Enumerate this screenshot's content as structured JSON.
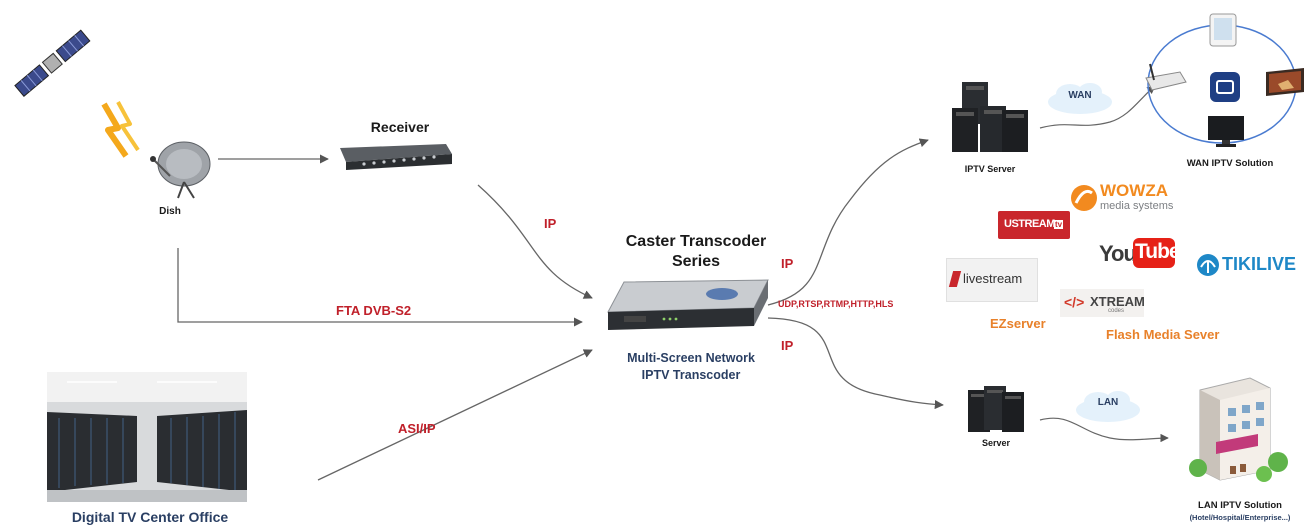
{
  "diagram": {
    "nodes": {
      "dish": "Dish",
      "receiver": "Receiver",
      "transcoder_title": "Caster Transcoder\nSeries",
      "transcoder_subtitle": "Multi-Screen Network\nIPTV Transcoder",
      "datacenter": "Digital TV Center Office",
      "iptv_server": "IPTV Server",
      "wan_solution": "WAN IPTV Solution",
      "server": "Server",
      "lan_solution": "LAN IPTV Solution",
      "lan_solution_sub": "(Hotel/Hospital/Enterprise...)",
      "wan_cloud": "WAN",
      "lan_cloud": "LAN"
    },
    "edges": {
      "ip_receiver": "IP",
      "fta": "FTA DVB-S2",
      "asi": "ASI/IP",
      "ip_up": "IP",
      "ip_down": "IP",
      "protocols": "UDP,RTSP,RTMP,HTTP,HLS"
    },
    "platforms": {
      "wowza": "WOWZA",
      "wowza_sub": "media systems",
      "ustream": "USTREAM",
      "ustream_tv": "tv",
      "you": "You",
      "tube": "Tube",
      "tikilive": "TIKILIVE",
      "livestream": "livestream",
      "xtream": "XTREAM",
      "xtream_sub": "codes",
      "ezserver": "EZserver",
      "flash": "Flash Media Sever"
    }
  },
  "colors": {
    "edge_label": "#c0202a",
    "subtitle": "#2a3f63",
    "orange": "#e8812a",
    "youtube_red": "#e62117",
    "tiki_blue": "#1e88c7",
    "ustream_red": "#c9262c"
  },
  "icons": [
    "satellite-icon",
    "signal-bolt-icon",
    "dish-icon",
    "receiver-device-icon",
    "transcoder-rack-icon",
    "datacenter-photo-icon",
    "server-tower-icon",
    "cloud-icon",
    "router-icon",
    "tablet-icon",
    "tv-icon",
    "monitor-icon",
    "hotel-building-icon"
  ]
}
